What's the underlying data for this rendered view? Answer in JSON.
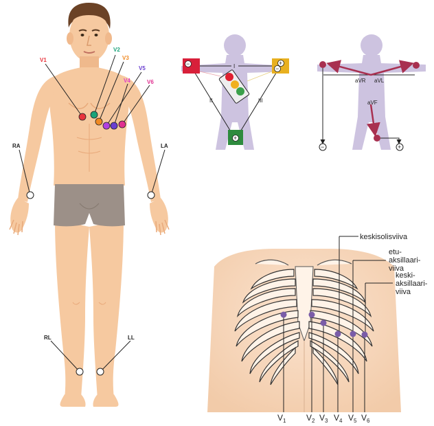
{
  "body_diagram": {
    "precordial_leads": [
      {
        "name": "V1",
        "color": "#e8343d"
      },
      {
        "name": "V2",
        "color": "#1aa37a"
      },
      {
        "name": "V3",
        "color": "#f08a24"
      },
      {
        "name": "V4",
        "color": "#e040c8"
      },
      {
        "name": "V5",
        "color": "#6a3fd0"
      },
      {
        "name": "V6",
        "color": "#e03090"
      }
    ],
    "limb_labels": {
      "ra": "RA",
      "la": "LA",
      "rl": "RL",
      "ll": "LL"
    }
  },
  "einthoven": {
    "lead_i": "I",
    "lead_ii": "II",
    "lead_iii": "III",
    "minus": "−",
    "plus": "+"
  },
  "augmented": {
    "avr": "aVR",
    "avl": "aVL",
    "avf": "aVF",
    "minus": "−",
    "plus": "+"
  },
  "chest": {
    "line_mid_clavicular": "keskisolisviiva",
    "line_anterior_axillary_1": "etu-",
    "line_anterior_axillary_2": "aksillaari-",
    "line_anterior_axillary_3": "viiva",
    "line_mid_axillary_1": "keski-",
    "line_mid_axillary_2": "aksillaari-",
    "line_mid_axillary_3": "viiva",
    "v_labels": {
      "v1": "V",
      "v2": "V",
      "v3": "V",
      "v4": "V",
      "v5": "V",
      "v6": "V"
    },
    "v_subs": {
      "v1": "1",
      "v2": "2",
      "v3": "3",
      "v4": "4",
      "v5": "5",
      "v6": "6"
    }
  },
  "colors": {
    "skin": "#f6c9a0",
    "skin_shadow": "#e8a97a",
    "hair": "#6b4226",
    "underwear": "#9c9088",
    "silhouette": "#cdc3e0",
    "ra_box": "#d8203a",
    "la_box": "#e8b020",
    "ll_box": "#2e8b3e",
    "electrode_purple": "#7a5ca8",
    "avf_arrow": "#a83050"
  }
}
